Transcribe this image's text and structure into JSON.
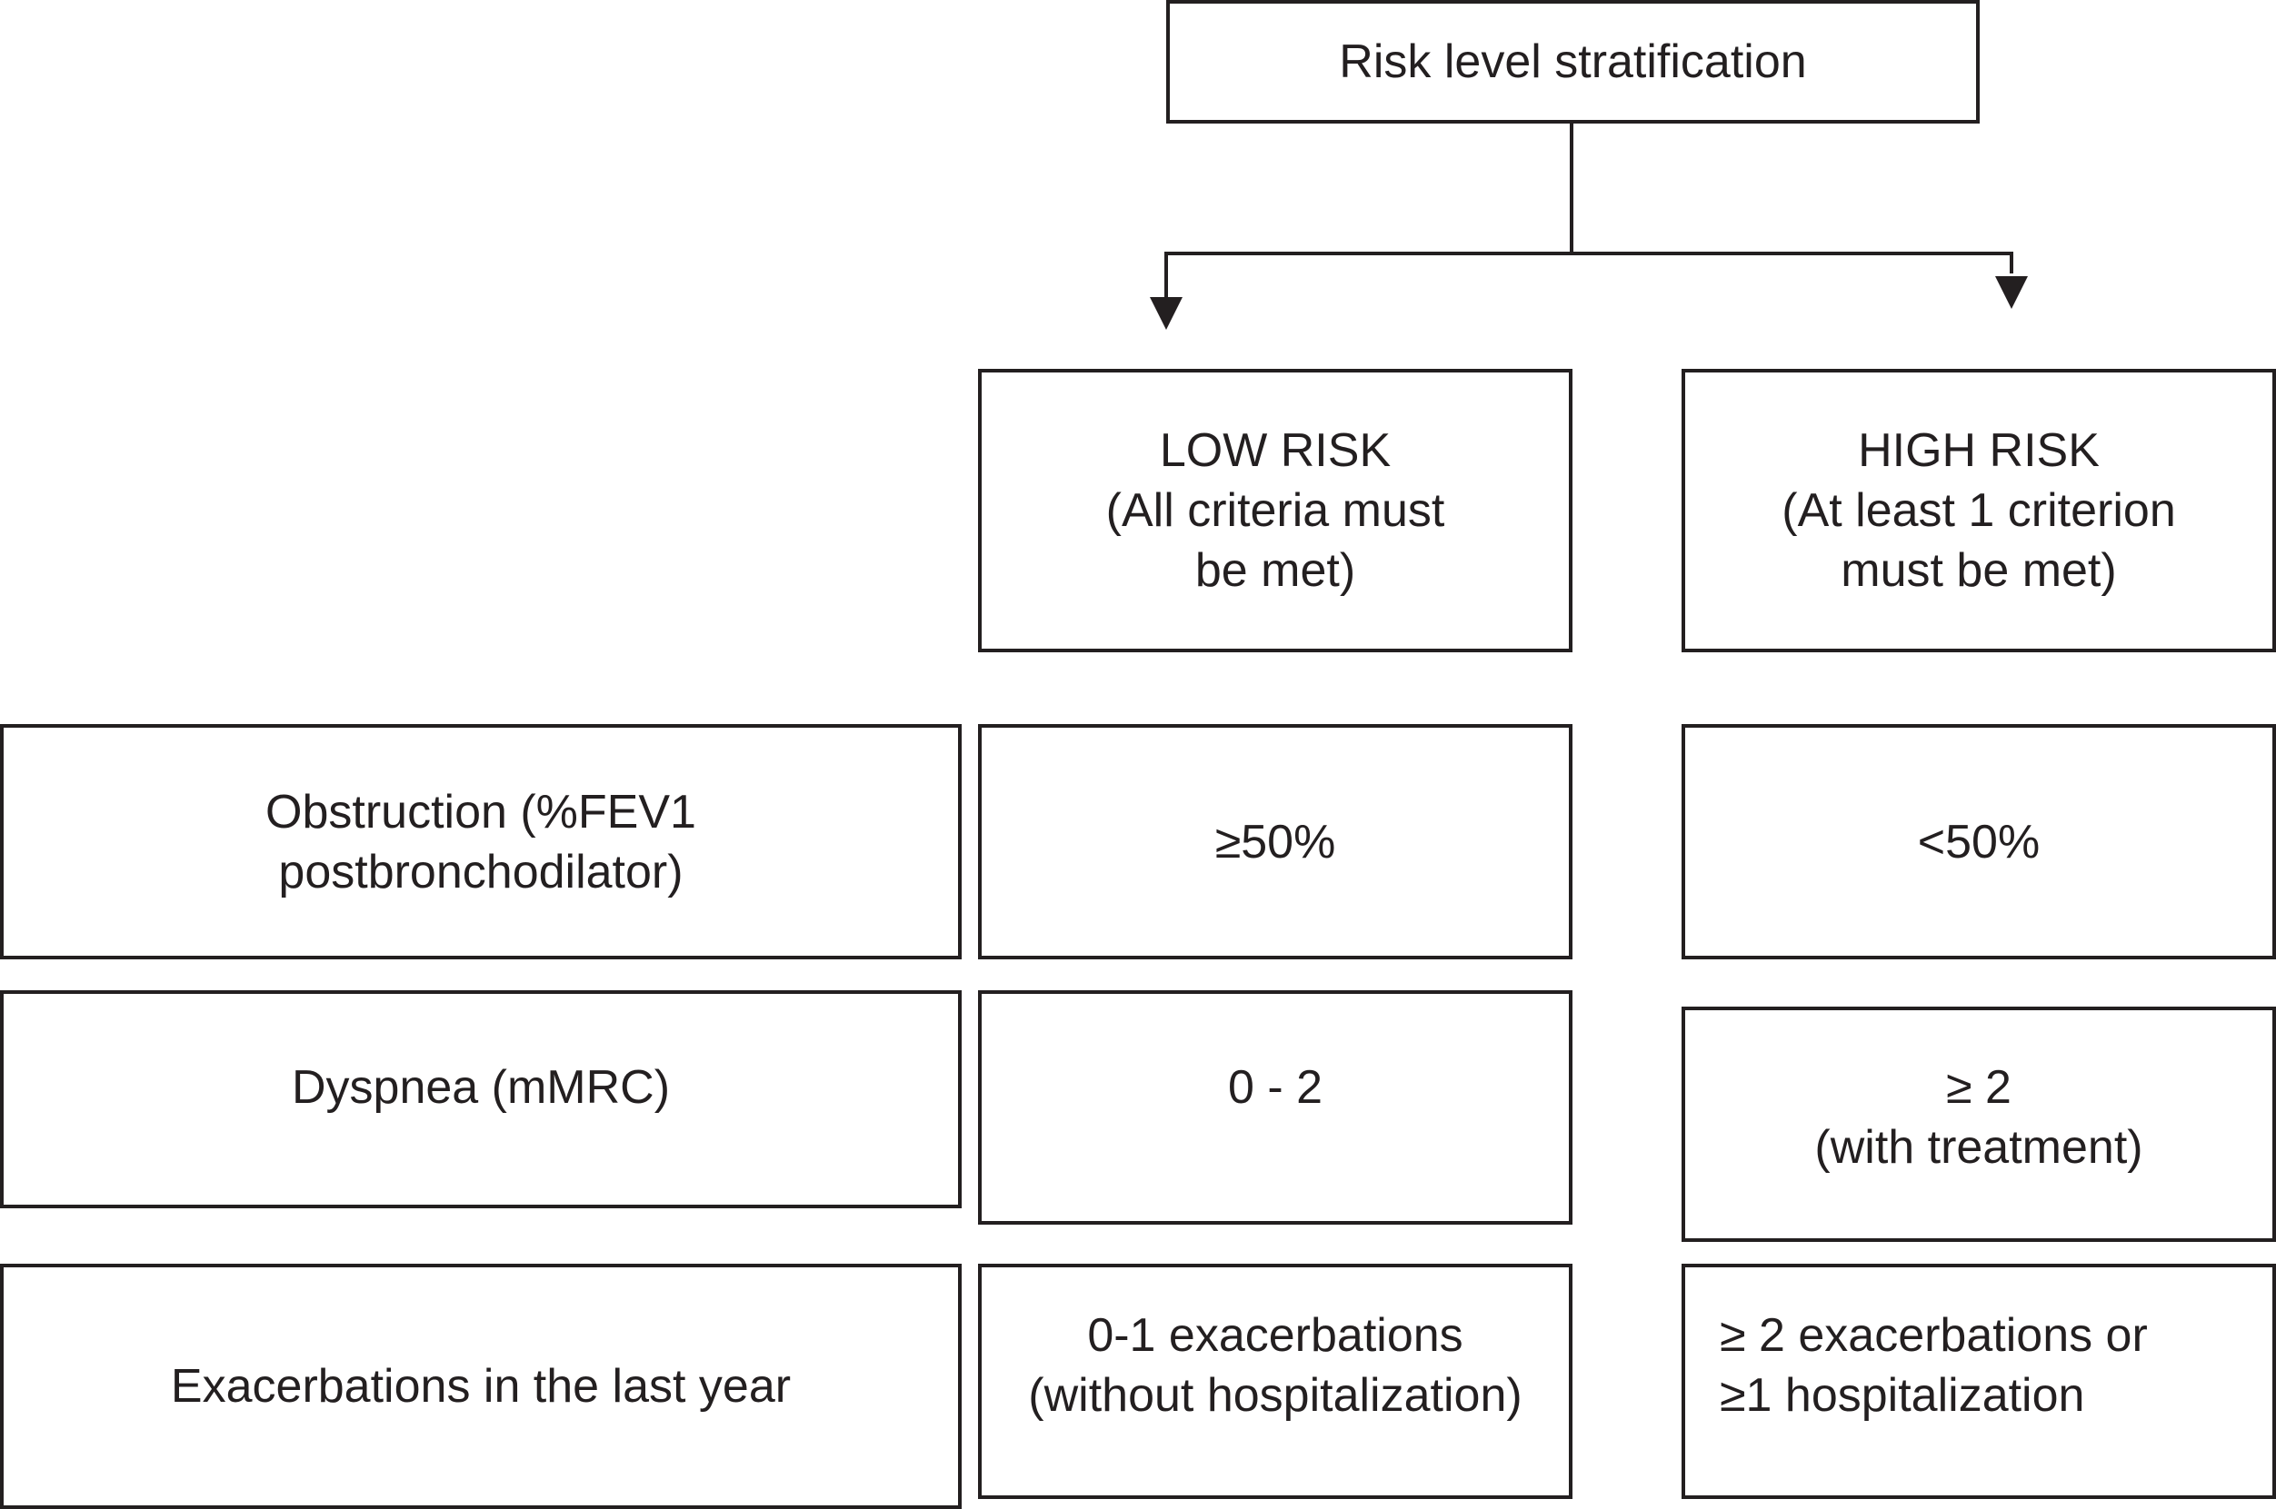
{
  "title": "Risk level stratification",
  "columns": [
    {
      "heading": "LOW RISK\n(All criteria must\nbe met)"
    },
    {
      "heading": "HIGH RISK\n(At least 1 criterion\nmust be met)"
    }
  ],
  "rows": [
    {
      "criterion": "Obstruction (%FEV1\npostbronchodilator)",
      "low": "≥50%",
      "high": "<50%"
    },
    {
      "criterion": "Dyspnea (mMRC)",
      "low": "0 - 2",
      "high": "≥ 2\n(with treatment)"
    },
    {
      "criterion": "Exacerbations in the last year",
      "low": "0-1 exacerbations\n(without hospitalization)",
      "high": "≥ 2 exacerbations or\n≥1 hospitalization"
    }
  ]
}
